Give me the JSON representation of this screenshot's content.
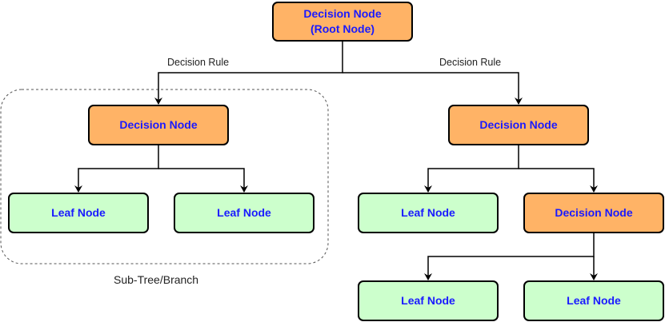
{
  "diagram": {
    "root": {
      "line1": "Decision Node",
      "line2": "(Root Node)"
    },
    "edge_labels": {
      "left": "Decision Rule",
      "right": "Decision Rule"
    },
    "left_decision": "Decision Node",
    "left_leaf_1": "Leaf Node",
    "left_leaf_2": "Leaf Node",
    "right_decision": "Decision Node",
    "right_leaf_1": "Leaf Node",
    "right_sub_decision": "Decision Node",
    "bottom_leaf_1": "Leaf Node",
    "bottom_leaf_2": "Leaf Node",
    "subtree_caption": "Sub-Tree/Branch",
    "colors": {
      "decision_fill": "#ffb366",
      "leaf_fill": "#ccffcc",
      "node_text": "#1a1aff"
    }
  }
}
